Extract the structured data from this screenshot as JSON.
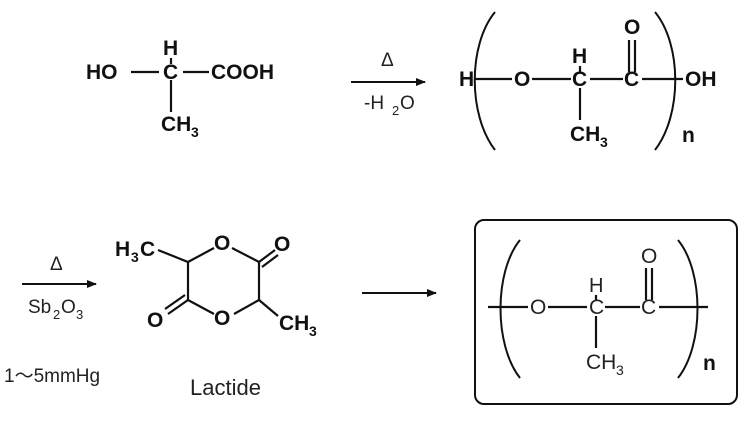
{
  "lactic_acid": {
    "left": "HO",
    "h": "H",
    "c": "C",
    "right": "COOH",
    "ch": "CH",
    "sub3": "3"
  },
  "step1": {
    "heat": "Δ",
    "cond_prefix": "-H",
    "cond_sub": "2",
    "cond_suffix": "O"
  },
  "oligomer": {
    "h_end": "H",
    "o": "O",
    "h": "H",
    "c": "C",
    "c2": "C",
    "carbonyl_o": "O",
    "oh_end": "OH",
    "ch": "CH",
    "sub3": "3",
    "n": "n"
  },
  "step2": {
    "heat": "Δ",
    "cat_prefix": "Sb",
    "cat_sub1": "2",
    "cat_mid": "O",
    "cat_sub2": "3",
    "pressure": "1～5mmHg"
  },
  "lactide": {
    "h3c_h": "H",
    "h3c_sub": "3",
    "h3c_c": "C",
    "ring_o_top": "O",
    "exo_o_right": "O",
    "exo_o_left": "O",
    "ring_o_bottom": "O",
    "ch3_ch": "CH",
    "ch3_sub": "3",
    "name": "Lactide"
  },
  "pla": {
    "o": "O",
    "h": "H",
    "c": "C",
    "c2": "C",
    "carbonyl_o": "O",
    "ch": "CH",
    "sub3": "3",
    "n": "n"
  }
}
